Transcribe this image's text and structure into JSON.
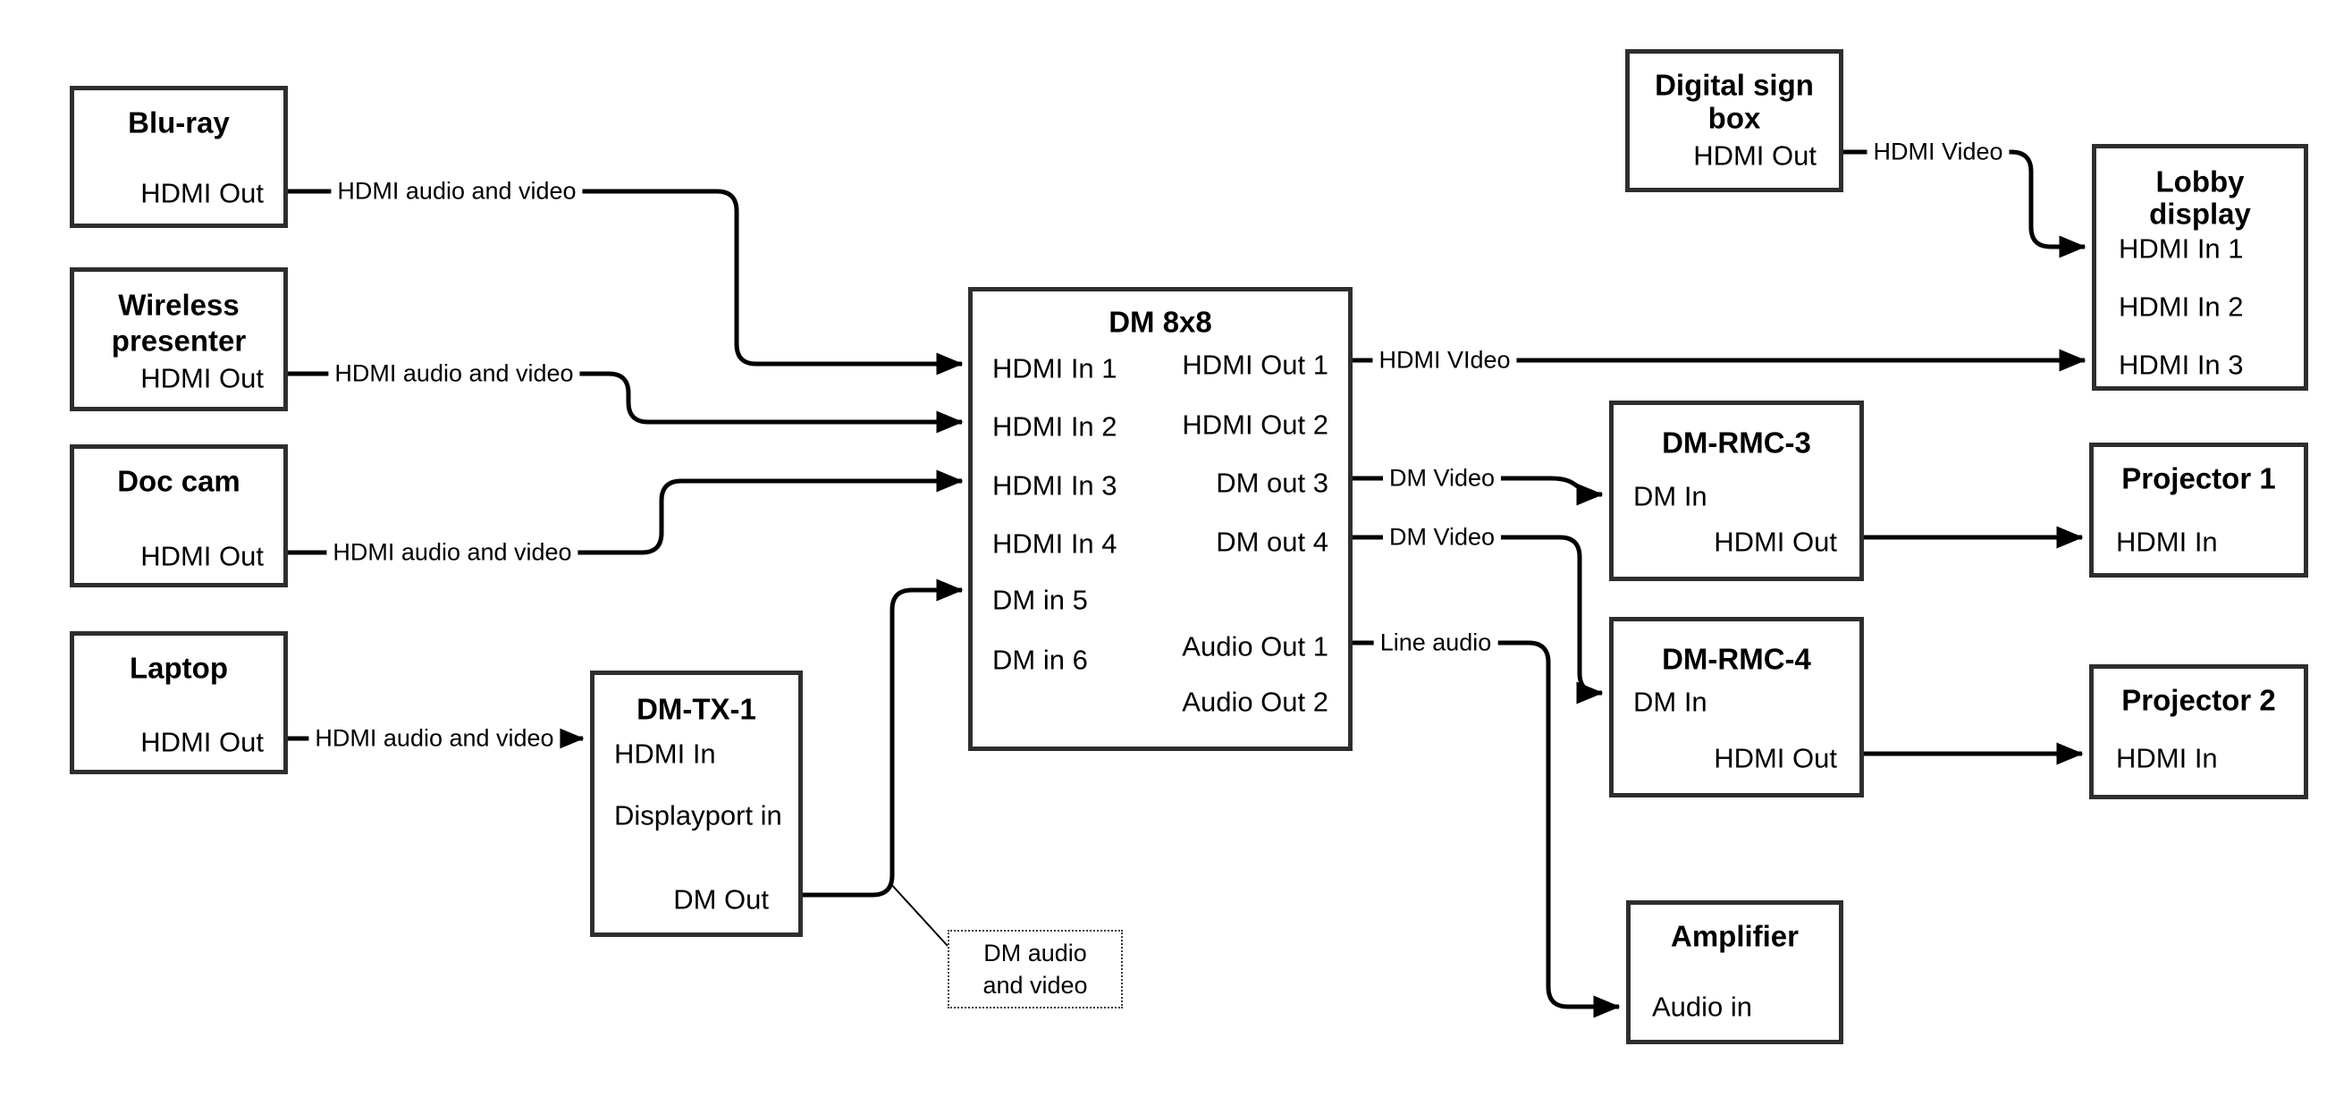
{
  "diagram": {
    "nodes": {
      "bluray": {
        "title": "Blu-ray",
        "ports": {
          "hdmi_out": "HDMI Out"
        }
      },
      "wireless": {
        "title_line1": "Wireless",
        "title_line2": "presenter",
        "ports": {
          "hdmi_out": "HDMI Out"
        }
      },
      "doccam": {
        "title": "Doc cam",
        "ports": {
          "hdmi_out": "HDMI Out"
        }
      },
      "laptop": {
        "title": "Laptop",
        "ports": {
          "hdmi_out": "HDMI Out"
        }
      },
      "dmtx1": {
        "title": "DM-TX-1",
        "ports": {
          "hdmi_in": "HDMI In",
          "displayport_in": "Displayport in",
          "dm_out": "DM Out"
        }
      },
      "dm8x8": {
        "title": "DM 8x8",
        "inputs": {
          "hdmi_in_1": "HDMI In 1",
          "hdmi_in_2": "HDMI In 2",
          "hdmi_in_3": "HDMI In 3",
          "hdmi_in_4": "HDMI In 4",
          "dm_in_5": "DM in 5",
          "dm_in_6": "DM in 6"
        },
        "outputs": {
          "hdmi_out_1": "HDMI Out 1",
          "hdmi_out_2": "HDMI Out 2",
          "dm_out_3": "DM out 3",
          "dm_out_4": "DM out 4",
          "audio_out_1": "Audio Out 1",
          "audio_out_2": "Audio Out 2"
        }
      },
      "digital_sign": {
        "title_line1": "Digital sign",
        "title_line2": "box",
        "ports": {
          "hdmi_out": "HDMI Out"
        }
      },
      "lobby": {
        "title_line1": "Lobby",
        "title_line2": "display",
        "ports": {
          "hdmi_in_1": "HDMI In 1",
          "hdmi_in_2": "HDMI In 2",
          "hdmi_in_3": "HDMI In 3"
        }
      },
      "dmrmc3": {
        "title": "DM-RMC-3",
        "ports": {
          "dm_in": "DM In",
          "hdmi_out": "HDMI Out"
        }
      },
      "proj1": {
        "title": "Projector 1",
        "ports": {
          "hdmi_in": "HDMI In"
        }
      },
      "dmrmc4": {
        "title": "DM-RMC-4",
        "ports": {
          "dm_in": "DM In",
          "hdmi_out": "HDMI Out"
        }
      },
      "proj2": {
        "title": "Projector 2",
        "ports": {
          "hdmi_in": "HDMI In"
        }
      },
      "amp": {
        "title": "Amplifier",
        "ports": {
          "audio_in": "Audio in"
        }
      }
    },
    "labels": {
      "bluray_link": "HDMI audio and video",
      "wireless_link": "HDMI audio and video",
      "doccam_link": "HDMI audio and video",
      "laptop_link": "HDMI audio and video",
      "hdmi_out1_link": "HDMI VIdeo",
      "sign_link": "HDMI Video",
      "dm_out3_link": "DM Video",
      "dm_out4_link": "DM Video",
      "audio_link": "Line audio",
      "note": "DM audio and video"
    },
    "colors": {
      "line": "#000000",
      "box_border": "#2e2e2e",
      "background": "#ffffff",
      "text": "#000000"
    }
  }
}
